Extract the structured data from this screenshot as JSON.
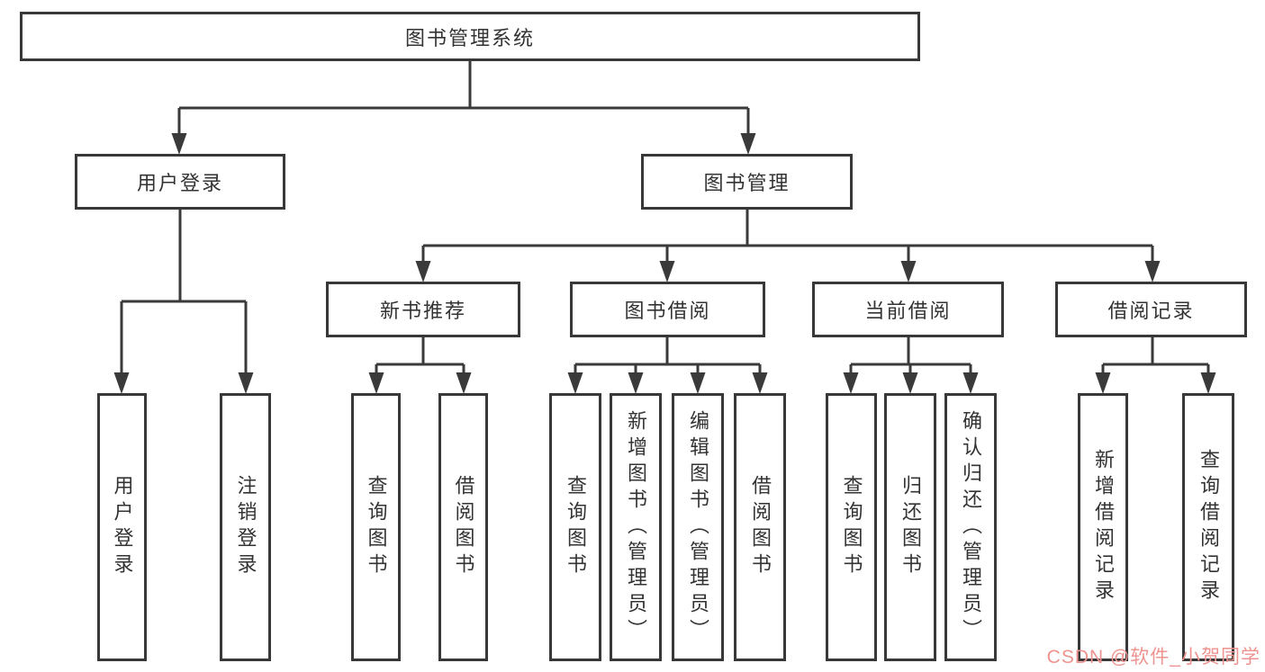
{
  "colors": {
    "line": "#3a3a3a",
    "text": "#333333",
    "box_border": "#383838",
    "background": "#ffffff",
    "watermark": "#ee938f"
  },
  "diagram": {
    "root": {
      "label": "图书管理系统"
    },
    "level1": [
      {
        "label": "用户登录"
      },
      {
        "label": "图书管理"
      }
    ],
    "level2": [
      {
        "label": "新书推荐"
      },
      {
        "label": "图书借阅"
      },
      {
        "label": "当前借阅"
      },
      {
        "label": "借阅记录"
      }
    ],
    "leaves": [
      {
        "label": "用户登录"
      },
      {
        "label": "注销登录"
      },
      {
        "label": "查询图书"
      },
      {
        "label": "借阅图书"
      },
      {
        "label": "查询图书"
      },
      {
        "label": "新增图书（管理员）"
      },
      {
        "label": "编辑图书（管理员）"
      },
      {
        "label": "借阅图书"
      },
      {
        "label": "查询图书"
      },
      {
        "label": "归还图书"
      },
      {
        "label": "确认归还（管理员）"
      },
      {
        "label": "新增借阅记录"
      },
      {
        "label": "查询借阅记录"
      }
    ]
  },
  "watermark": {
    "text": "CSDN @软件_小贺同学"
  }
}
